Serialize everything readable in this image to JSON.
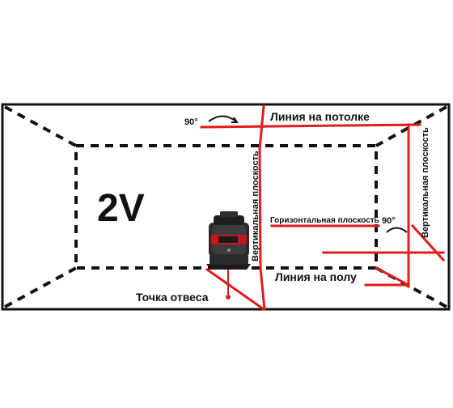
{
  "diagram": {
    "mode_label": "2V",
    "labels": {
      "ceiling_line": "Линия на потолке",
      "floor_line": "Линия на полу",
      "plumb_point": "Точка отвеса",
      "vertical_plane_1": "Вертикальная плоскость",
      "vertical_plane_2": "Вертикальная плоскость",
      "horizontal_plane": "Горизонтальная плоскость",
      "angle_top": "90°",
      "angle_right": "90°"
    },
    "colors": {
      "laser": "#e21b1b",
      "room_outline": "#111111",
      "text": "#111111"
    }
  }
}
